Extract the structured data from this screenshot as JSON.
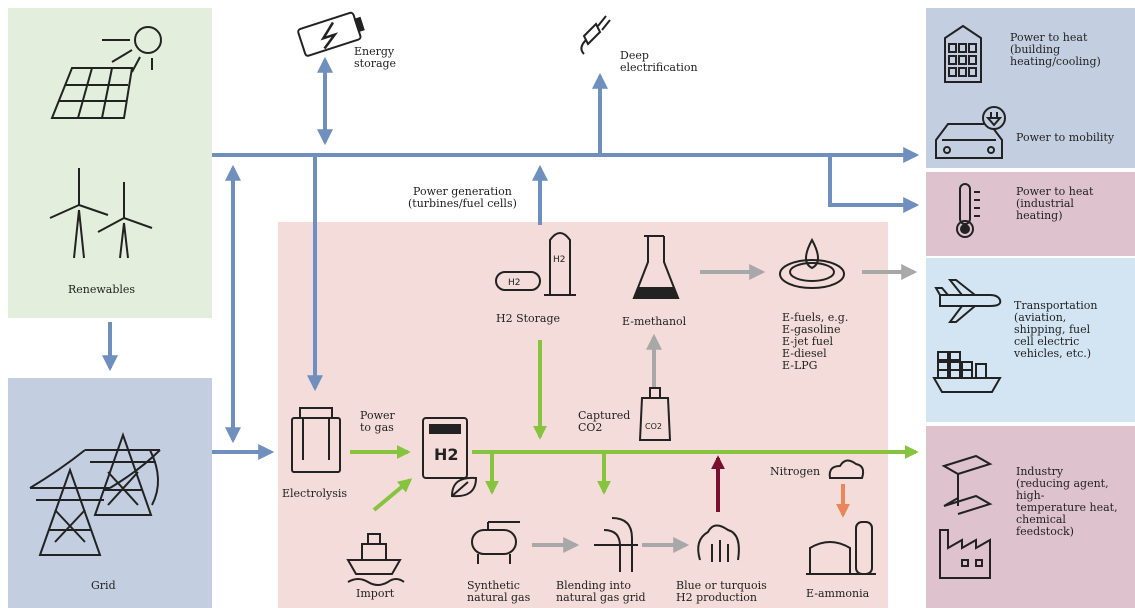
{
  "colors": {
    "renewables_bg": "#e3efdc",
    "grid_bg": "#c3cfe0",
    "center_bg": "#f3dcd9",
    "mobility_bg": "#c3cfe0",
    "industrial_heat_bg": "#dec3cf",
    "transport_bg": "#d3e5f3",
    "industry_bg": "#dec3cf",
    "electricity_arrow": "#6f8fbf",
    "hydrogen_arrow": "#86c440",
    "process_arrow": "#a8a8a8",
    "blue_h2_arrow": "#7a1030",
    "nitrogen_arrow": "#e9865a"
  },
  "sources": {
    "renewables": "Renewables",
    "grid": "Grid"
  },
  "nodes": {
    "energy_storage": "Energy\nstorage",
    "deep_electrification": "Deep\nelectrification",
    "power_generation": "Power generation\n(turbines/fuel cells)",
    "h2_storage": "H2 Storage",
    "e_methanol": "E-methanol",
    "e_fuels": "E-fuels, e.g.\nE-gasoline\nE-jet fuel\nE-diesel\nE-LPG",
    "captured_co2": "Captured\nCO2",
    "electrolysis": "Electrolysis",
    "power_to_gas": "Power\nto gas",
    "import": "Import",
    "synthetic_gas": "Synthetic\nnatural gas",
    "blending": "Blending into\nnatural gas grid",
    "blue_h2": "Blue or turquois\nH2 production",
    "nitrogen": "Nitrogen",
    "e_ammonia": "E-ammonia"
  },
  "icon_text": {
    "h2_symbol": "H2",
    "tank_h2": "H2",
    "co2": "CO2"
  },
  "uses": {
    "power_to_heat_building": "Power to heat\n(building\nheating/cooling)",
    "power_to_mobility": "Power to mobility",
    "power_to_heat_industrial": "Power to heat\n(industrial\nheating)",
    "transportation": "Transportation\n(aviation,\nshipping,  fuel\ncell electric\nvehicles, etc.)",
    "industry": "Industry\n(reducing agent,\nhigh-\ntemperature heat,\nchemical\nfeedstock)"
  }
}
